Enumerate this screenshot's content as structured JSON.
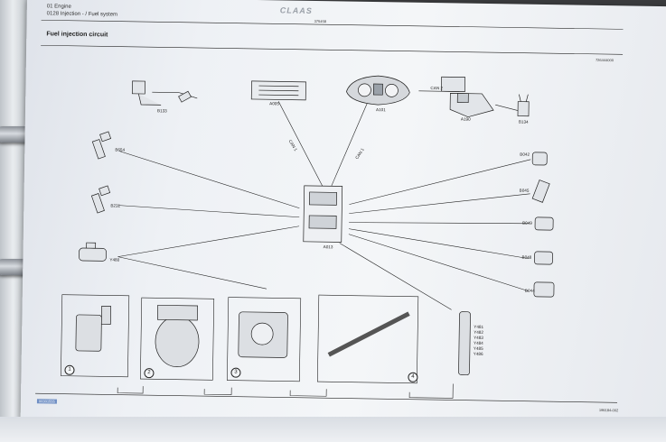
{
  "header": {
    "section": "01 Engine",
    "subsection": "0128 Injection - / Fuel system",
    "brand": "CLAAS",
    "page_code_top": "375458",
    "right_code": "726444000"
  },
  "diagram": {
    "title": "Fuel injection circuit",
    "components": {
      "b133": "B133",
      "a005": "A005",
      "a101": "A101",
      "a190": "A190",
      "b134": "B134",
      "b654": "B654",
      "b231": "B231",
      "y480": "Y480",
      "b042": "B042",
      "b045": "B045",
      "b049": "B049",
      "b048": "B048",
      "b044": "B044",
      "a013": "A013",
      "injectors": [
        "Y481",
        "Y482",
        "Y483",
        "Y484",
        "Y485",
        "Y486"
      ]
    },
    "bus_labels": {
      "can1_a": "CAN 1",
      "can1_b": "CAN 1",
      "can2": "CAN 2"
    },
    "numbered_boxes": [
      "1",
      "2",
      "3",
      "4"
    ]
  },
  "footer": {
    "left_code": "00301555",
    "right_code": "199184-002"
  }
}
